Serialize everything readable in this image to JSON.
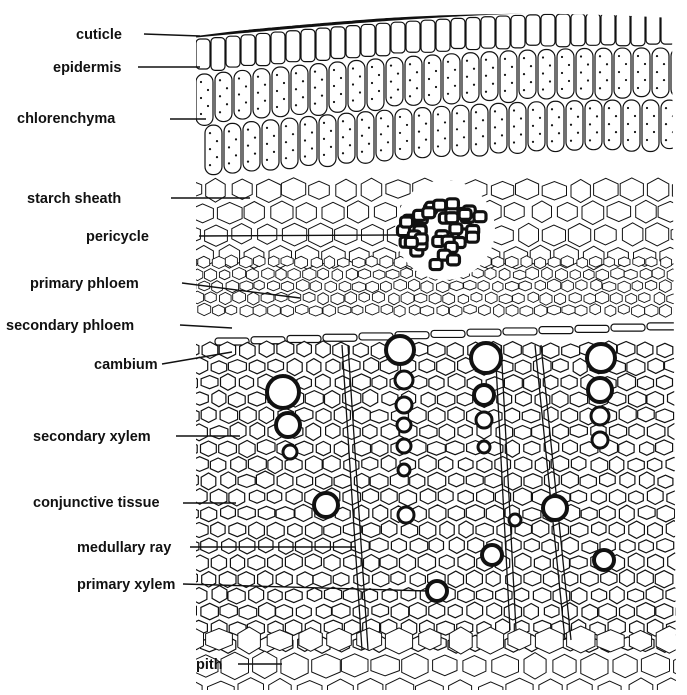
{
  "diagram": {
    "labels": {
      "cuticle": "cuticle",
      "epidermis": "epidermis",
      "chlorenchyma": "chlorenchyma",
      "starch_sheath": "starch sheath",
      "pericycle": "pericycle",
      "primary_phloem": "primary phloem",
      "secondary_phloem": "secondary phloem",
      "cambium": "cambium",
      "secondary_xylem": "secondary xylem",
      "conjunctive_tissue": "conjunctive tissue",
      "medullary_ray": "medullary ray",
      "primary_xylem": "primary xylem",
      "pith": "pith"
    }
  }
}
